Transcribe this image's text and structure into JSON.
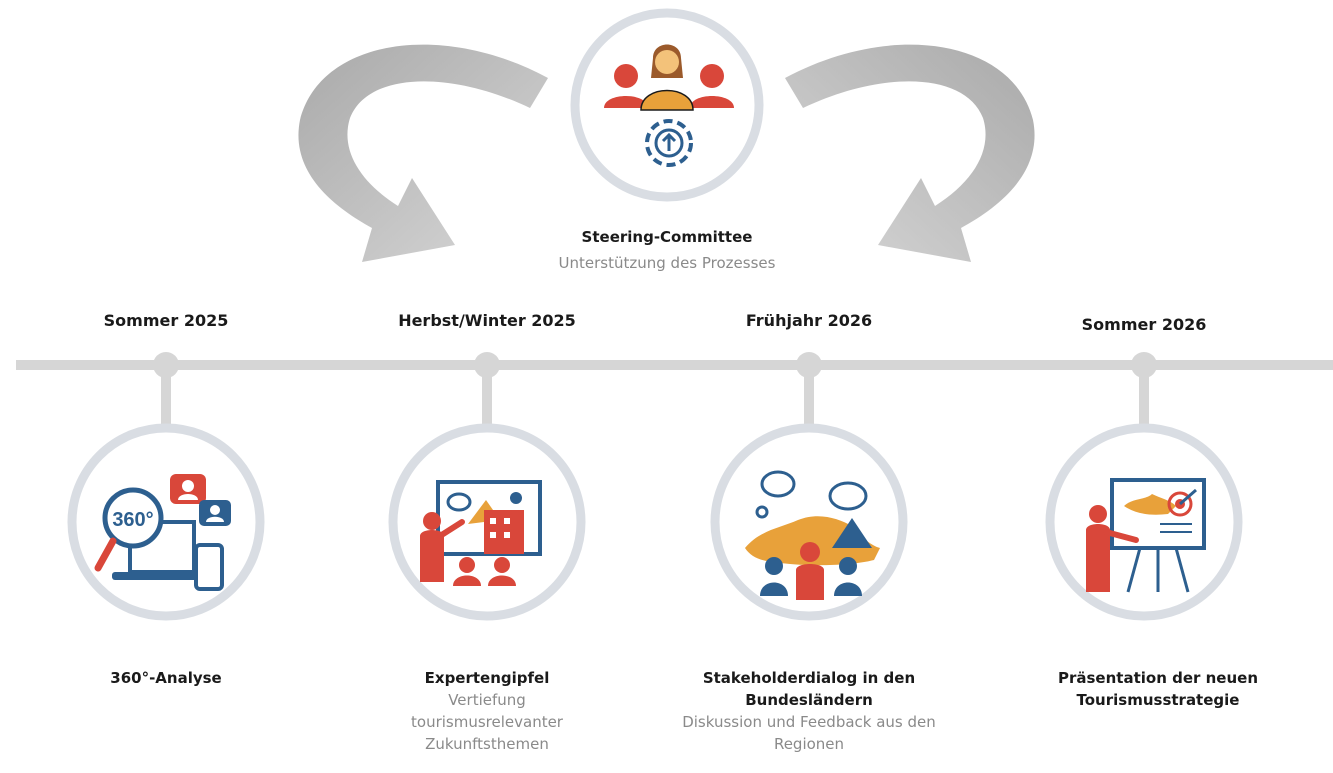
{
  "committee": {
    "title": "Steering-Committee",
    "subtitle": "Unterstützung des Prozesses"
  },
  "milestones": [
    {
      "date": "Sommer 2025",
      "title": "360°-Analyse",
      "subtitle": ""
    },
    {
      "date": "Herbst/Winter 2025",
      "title": "Expertengipfel",
      "subtitle": "Vertiefung tourismusrelevanter Zukunftsthemen"
    },
    {
      "date": "Frühjahr 2026",
      "title": "Stakeholderdialog in den Bundesländern",
      "subtitle": "Diskussion und Feedback aus den Regionen"
    },
    {
      "date": "Sommer 2026",
      "title": "Präsentation der neuen Tourismusstrategie",
      "subtitle": ""
    }
  ],
  "icon_labels": {
    "analysis_badge": "360°"
  },
  "colors": {
    "line": "#d6d6d6",
    "arrow": "#c4c4c4",
    "ring": "#d9dde3",
    "red": "#d9473a",
    "blue": "#2d5f8f",
    "orange": "#e8a13a",
    "dark": "#1a1a1a",
    "grey_text": "#8a8a8a"
  }
}
